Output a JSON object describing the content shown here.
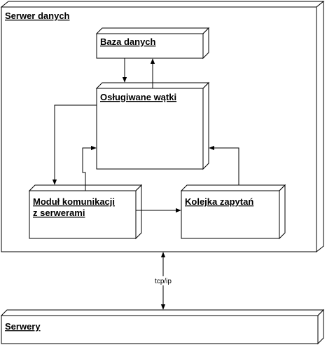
{
  "diagram": {
    "nodes": {
      "serwer_danych": {
        "label": "Serwer danych"
      },
      "baza_danych": {
        "label": "Baza danych"
      },
      "obslugiwane_watki": {
        "label": "Osługiwane wątki"
      },
      "modul_komunikacji": {
        "label_line1": "Moduł komunikacji",
        "label_line2": "z serwerami"
      },
      "kolejka_zapytan": {
        "label": "Kolejka zapytań"
      },
      "serwery": {
        "label": "Serwery"
      }
    },
    "edges": {
      "tcp_ip": {
        "label": "tcp/ip"
      }
    }
  }
}
